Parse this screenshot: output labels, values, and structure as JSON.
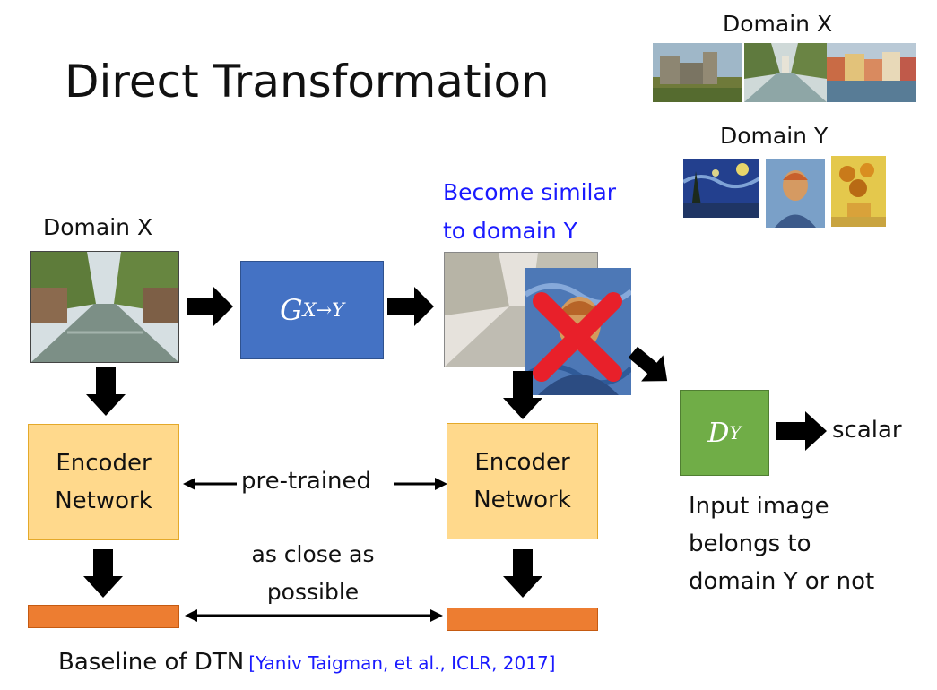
{
  "title": "Direct Transformation",
  "top_right": {
    "domain_x_label": "Domain X",
    "domain_y_label": "Domain Y"
  },
  "input": {
    "label": "Domain X"
  },
  "generator": {
    "symbol": "G",
    "subscript": "X→Y"
  },
  "output": {
    "caption_line1": "Become similar",
    "caption_line2": "to domain Y"
  },
  "discriminator": {
    "symbol": "D",
    "subscript": "Y",
    "output_label": "scalar",
    "desc_line1": "Input image",
    "desc_line2": "belongs to",
    "desc_line3": "domain Y or not"
  },
  "encoders": {
    "line1": "Encoder",
    "line2": "Network",
    "middle_label": "pre-trained"
  },
  "features": {
    "line1": "as close as",
    "line2": "possible"
  },
  "footer": {
    "text": "Baseline of DTN",
    "citation": "[Yaniv Taigman, et al., ICLR, 2017]"
  },
  "colors": {
    "generator": "#4472c4",
    "discriminator": "#70ad47",
    "encoder": "#ffd98c",
    "feature_bar": "#ed7d31",
    "highlight_text": "#1a1aff",
    "cross": "#e8202a"
  }
}
